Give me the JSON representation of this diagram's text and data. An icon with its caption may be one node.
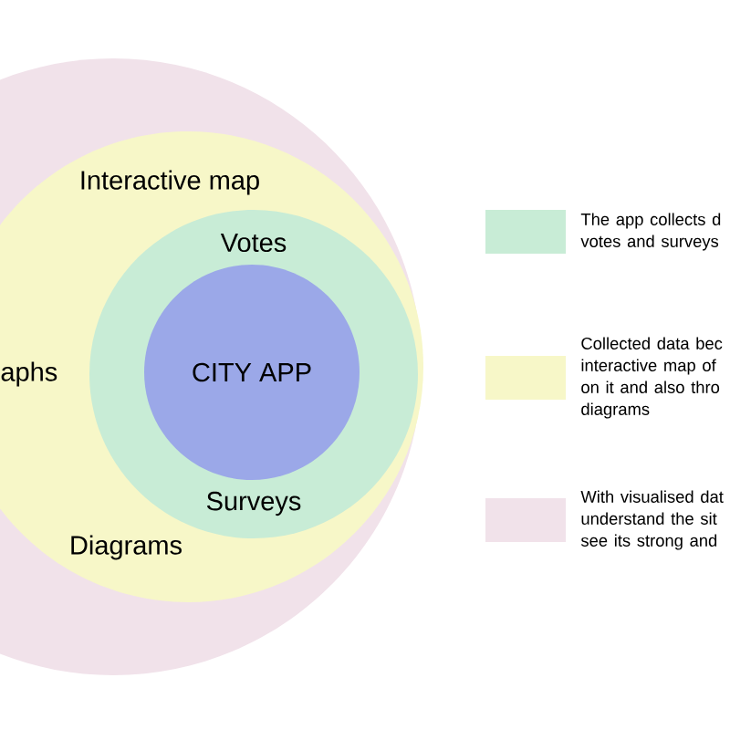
{
  "diagram": {
    "nodes": [
      {
        "text": [],
        "shape": "circle"
      },
      {
        "text": [
          "Interactive map",
          "aphs",
          "Diagrams"
        ],
        "in": 0
      },
      {
        "text": [
          "Votes",
          "Surveys"
        ],
        "in": 1
      },
      {
        "text": [
          "CITY APP"
        ],
        "in": 2
      }
    ],
    "legend": [
      {
        "text": "The app collects d votes and surveys",
        "color": "#c8ecd6"
      },
      {
        "text": "Collected data bec interactive map of on it and also thro diagrams",
        "color": "#f7f7c8"
      },
      {
        "text": "With visualised dat understand the sit see its strong and",
        "color": "#f1e2ea"
      }
    ]
  }
}
